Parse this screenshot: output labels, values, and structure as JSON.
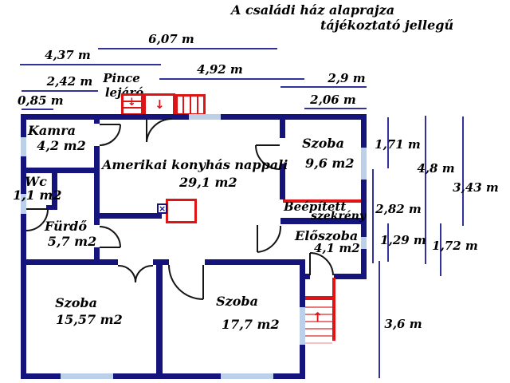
{
  "title": {
    "line1": "A családi ház alaprajza",
    "line2": "tájékoztató jellegű"
  },
  "annotations": {
    "basement_line1": "Pince",
    "basement_line2": "lejáró"
  },
  "rooms": {
    "kamra": {
      "name": "Kamra",
      "area": "4,2 m2"
    },
    "wc": {
      "name": "Wc",
      "area": "1,1 m2"
    },
    "furdo": {
      "name": "Fürdő",
      "area": "5,7 m2"
    },
    "nappali": {
      "name": "Amerikai konyhás nappali",
      "area": "29,1 m2"
    },
    "szoba1": {
      "name": "Szoba",
      "area": "9,6 m2"
    },
    "szekreny": {
      "line1": "Beépített",
      "line2": "szekrény"
    },
    "eloszoba": {
      "name": "Előszoba",
      "area": "4,1 m2"
    },
    "szoba2": {
      "name": "Szoba",
      "area": "15,57 m2"
    },
    "szoba3": {
      "name": "Szoba",
      "area": "17,7 m2"
    }
  },
  "dims": {
    "d1": "6,07 m",
    "d2": "4,37 m",
    "d3": "2,42 m",
    "d4": "0,85 m",
    "d5": "4,92 m",
    "d6": "2,9 m",
    "d7": "2,06 m",
    "r1": "1,71 m",
    "r2": "4,8 m",
    "r3": "3,43 m",
    "r4": "2,82 m",
    "r5": "1,29 m",
    "r6": "1,72 m",
    "r7": "3,6 m"
  },
  "icons": {
    "down_arrow": "↓",
    "up_arrow": "↑",
    "flue_cross": "×"
  },
  "colors": {
    "wall": "#14147c",
    "window": "#bcd0ea",
    "accent": "#dd1515",
    "stair_tread": "#e87a7a",
    "dim": "#32329b",
    "door": "#151515",
    "text": "#000000"
  }
}
